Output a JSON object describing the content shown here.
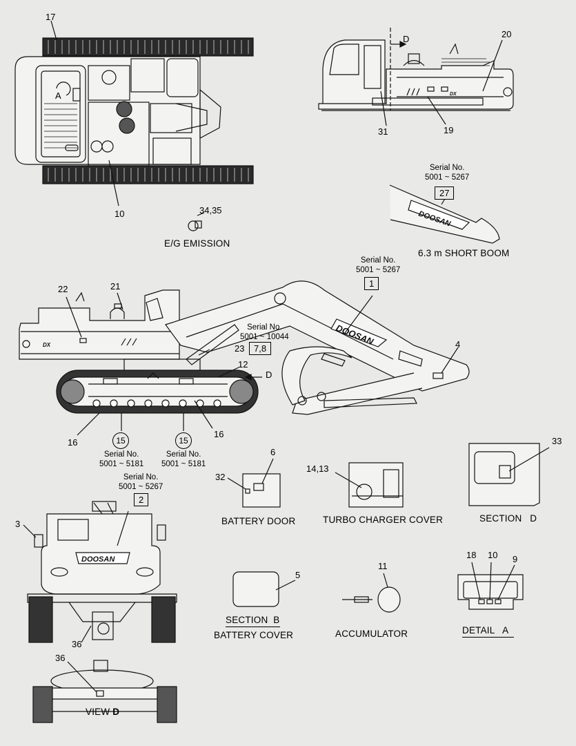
{
  "callouts": {
    "n17": "17",
    "n20": "20",
    "n31": "31",
    "n19": "19",
    "n10": "10",
    "n34_35": "34,35",
    "n27": "27",
    "n1": "1",
    "n22": "22",
    "n21": "21",
    "n23": "23",
    "n7_8": "7,8",
    "n12": "12",
    "n4": "4",
    "n16a": "16",
    "n16b": "16",
    "n15a": "15",
    "n15b": "15",
    "n2": "2",
    "n3": "3",
    "n6": "6",
    "n32": "32",
    "n14_13": "14,13",
    "n33": "33",
    "n5": "5",
    "n11": "11",
    "n18": "18",
    "n10b": "10",
    "n9": "9",
    "n36a": "36",
    "n36b": "36"
  },
  "serials": {
    "boom": "Serial No.\n5001 ~ 5267",
    "main_boom": "Serial No.\n5001 ~ 5267",
    "label_7_8": "Serial No.\n5001 ~ 10044",
    "label_15a": "Serial No.\n5001 ~ 5181",
    "label_15b": "Serial No.\n5001 ~ 5181",
    "front": "Serial No.\n5001 ~ 5267"
  },
  "captions": {
    "eg_emission": "E/G EMISSION",
    "short_boom": "6.3 m SHORT BOOM",
    "battery_door": "BATTERY DOOR",
    "turbo_cover": "TURBO CHARGER COVER",
    "section_d": "SECTION   D",
    "section_b": "SECTION  B",
    "battery_cover": "BATTERY COVER",
    "accumulator": "ACCUMULATOR",
    "detail_a": "DETAIL   A",
    "view_d_prefix": "VIEW ",
    "view_d_letter": "D",
    "detail_a_letter": "A",
    "arrow_d": "D"
  },
  "decals": {
    "doosan": "DOOSAN",
    "model": "DX"
  },
  "colors": {
    "paper": "#e9e9e7",
    "ink": "#111111"
  }
}
